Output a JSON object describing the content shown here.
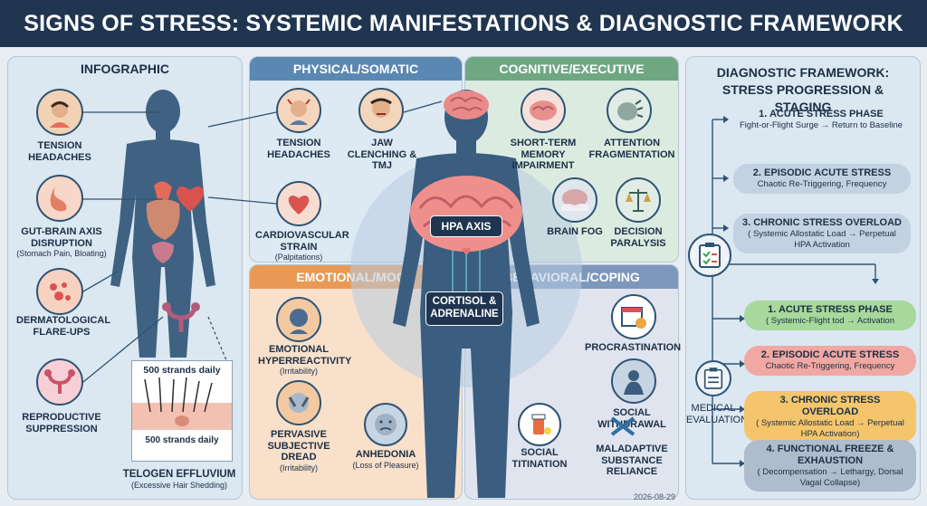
{
  "title": "SIGNS OF STRESS: SYSTEMIC MANIFESTATIONS & DIAGNOSTIC FRAMEWORK",
  "infographic": {
    "header": "INFOGRAPHIC",
    "items": [
      {
        "label": "TENSION HEADACHES",
        "sub": ""
      },
      {
        "label": "GUT-BRAIN AXIS DISRUPTION",
        "sub": "(Stomach Pain, Bloating)"
      },
      {
        "label": "DERMATOLOGICAL FLARE-UPS",
        "sub": ""
      },
      {
        "label": "REPRODUCTIVE SUPPRESSION",
        "sub": ""
      }
    ],
    "hair": {
      "top_label": "500 strands daily",
      "bottom_label": "500 strands daily",
      "title": "TELOGEN EFFLUVIUM",
      "sub": "(Excessive Hair Shedding)"
    }
  },
  "physical": {
    "header": "PHYSICAL/SOMATIC",
    "items": [
      {
        "label": "TENSION HEADACHES",
        "sub": ""
      },
      {
        "label": "JAW CLENCHING & TMJ",
        "sub": ""
      },
      {
        "label": "CARDIOVASCULAR STRAIN",
        "sub": "(Palpitations)"
      }
    ]
  },
  "cognitive": {
    "header": "COGNITIVE/EXECUTIVE",
    "items": [
      {
        "label": "SHORT-TERM MEMORY IMPAIRMENT",
        "sub": ""
      },
      {
        "label": "ATTENTION FRAGMENTATION",
        "sub": ""
      },
      {
        "label": "BRAIN FOG",
        "sub": ""
      },
      {
        "label": "DECISION PARALYSIS",
        "sub": ""
      }
    ]
  },
  "emotional": {
    "header": "EMOTIONAL/MOOD",
    "items": [
      {
        "label": "EMOTIONAL HYPERREACTIVITY",
        "sub": "(Irritability)"
      },
      {
        "label": "PERVASIVE SUBJECTIVE DREAD",
        "sub": "(Irritability)"
      },
      {
        "label": "ANHEDONIA",
        "sub": "(Loss of Pleasure)"
      }
    ]
  },
  "behavioral": {
    "header": "BEHAVIORAL/COPING",
    "items": [
      {
        "label": "PROCRASTINATION",
        "sub": ""
      },
      {
        "label": "SOCIAL WITHDRAWAL",
        "sub": ""
      },
      {
        "label": "SOCIAL TITINATION",
        "sub": ""
      },
      {
        "label": "MALADAPTIVE SUBSTANCE RELIANCE",
        "sub": ""
      }
    ]
  },
  "center": {
    "hpa": "HPA AXIS",
    "cortisol": "CORTISOL & ADRENALINE"
  },
  "framework": {
    "header": "DIAGNOSTIC FRAMEWORK: STRESS PROGRESSION & STAGING",
    "stages_top": [
      {
        "title": "1. ACUTE STRESS PHASE",
        "sub": "Fight-or-Flight Surge → Return to Baseline"
      },
      {
        "title": "2. EPISODIC ACUTE STRESS",
        "sub": "Chaotic Re-Triggering, Frequency"
      },
      {
        "title": "3. CHRONIC STRESS OVERLOAD",
        "sub": "( Systemic Allostatic Load → Perpetual HPA Activation"
      }
    ],
    "medical_eval": "MEDICAL EVALUATION",
    "stages_bottom": [
      {
        "title": "1. ACUTE STRESS PHASE",
        "sub": "( Systemic-Flight tod → Activation",
        "color": "#a6d99b"
      },
      {
        "title": "2. EPISODIC ACUTE STRESS",
        "sub": "Chaotic Re-Triggering, Frequency",
        "color": "#f1a7a2"
      },
      {
        "title": "3. CHRONIC STRESS OVERLOAD",
        "sub": "( Systemic Allostatic Load → Perpetual HPA Activation)",
        "color": "#f4c56a"
      },
      {
        "title": "4. FUNCTIONAL FREEZE & EXHAUSTION",
        "sub": "( Decompensation → Lethargy, Dorsal Vagal Collapse)",
        "color": "#aebccb"
      }
    ]
  },
  "date": "2026-08-29",
  "colors": {
    "navy": "#1f3550",
    "physical": "#5a88b3",
    "cognitive": "#6fa783",
    "emotional": "#e89a55",
    "behavioral": "#7d97bd"
  }
}
